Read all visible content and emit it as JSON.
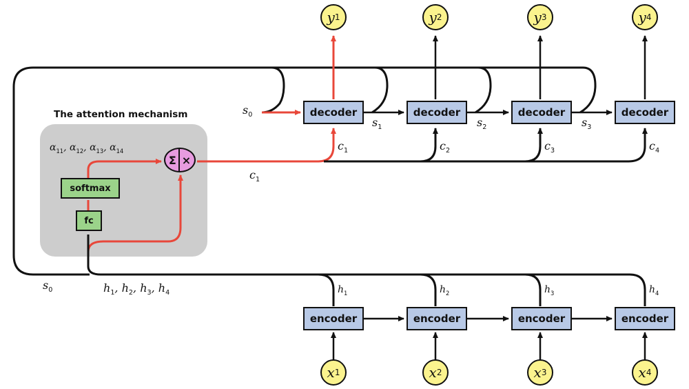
{
  "title": "The attention mechanism",
  "decoder_label": "decoder",
  "encoder_label": "encoder",
  "softmax_label": "softmax",
  "fc_label": "fc",
  "sum_symbol": "Σ",
  "mul_symbol": "×",
  "outputs": [
    "1",
    "2",
    "3",
    "4"
  ],
  "inputs": [
    "1",
    "2",
    "3",
    "4"
  ],
  "colors": {
    "decoder_box": "#b8c9e6",
    "encoder_box": "#b8c9e6",
    "node_fill": "#fbf38e",
    "attention_box": "#9bd38a",
    "sum_mul_fill": "#e79be0",
    "panel_bg": "#cdcdcd",
    "highlight_path": "#e8473a"
  }
}
